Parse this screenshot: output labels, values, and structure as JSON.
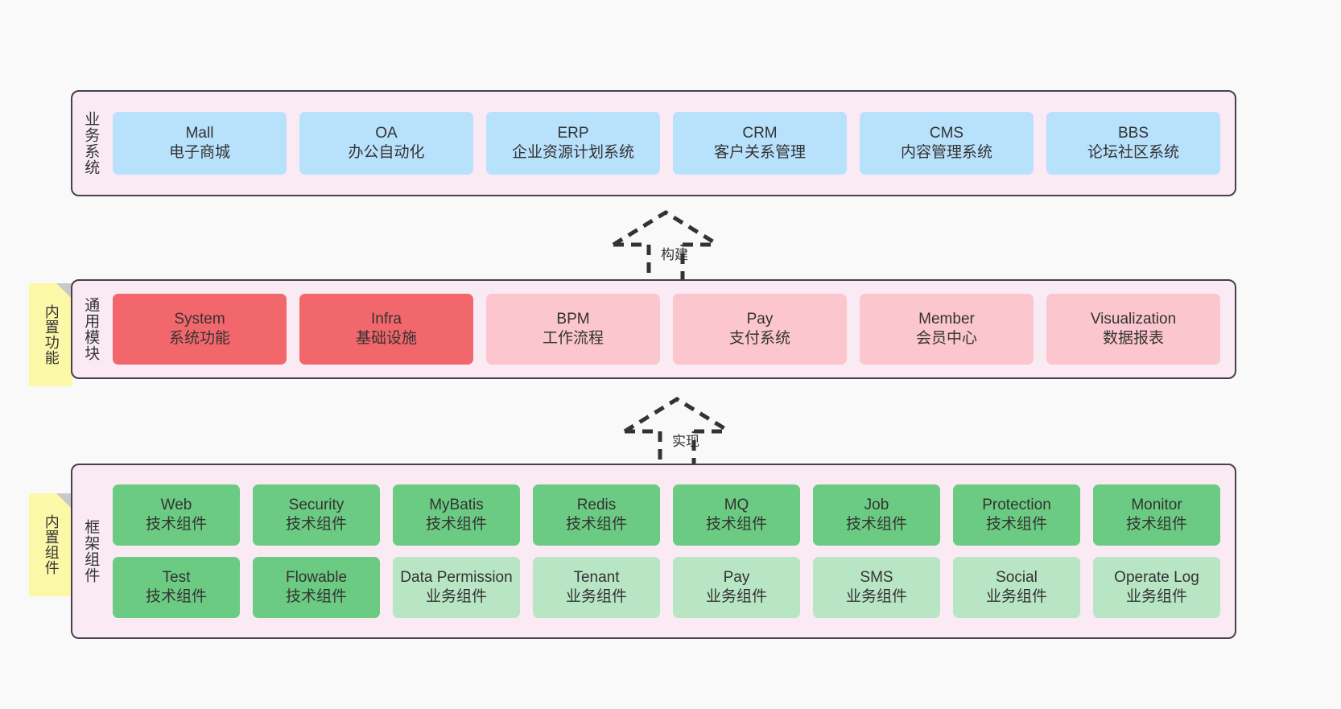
{
  "diagram": {
    "background": "#f9f9f9",
    "band_background": "#f9eaf4",
    "band_border": "#48404a",
    "note_background": "#fbf8a8",
    "colors": {
      "business_card": "#b8e1fb",
      "module_core": "#f2676b",
      "module_plain": "#fbc6cd",
      "tech_component": "#6ccb82",
      "business_component": "#b8e6c4"
    }
  },
  "layers": {
    "business": {
      "label": "业务系统",
      "cards": [
        {
          "title": "Mall",
          "sub": "电子商城"
        },
        {
          "title": "OA",
          "sub": "办公自动化"
        },
        {
          "title": "ERP",
          "sub": "企业资源计划系统"
        },
        {
          "title": "CRM",
          "sub": "客户关系管理"
        },
        {
          "title": "CMS",
          "sub": "内容管理系统"
        },
        {
          "title": "BBS",
          "sub": "论坛社区系统"
        }
      ]
    },
    "modules": {
      "label": "通用模块",
      "note": "内置功能",
      "cards": [
        {
          "title": "System",
          "sub": "系统功能",
          "variant": "core"
        },
        {
          "title": "Infra",
          "sub": "基础设施",
          "variant": "core"
        },
        {
          "title": "BPM",
          "sub": "工作流程",
          "variant": "plain"
        },
        {
          "title": "Pay",
          "sub": "支付系统",
          "variant": "plain"
        },
        {
          "title": "Member",
          "sub": "会员中心",
          "variant": "plain"
        },
        {
          "title": "Visualization",
          "sub": "数据报表",
          "variant": "plain"
        }
      ]
    },
    "framework": {
      "label": "框架组件",
      "note": "内置组件",
      "row1": [
        {
          "title": "Web",
          "sub": "技术组件",
          "variant": "tech"
        },
        {
          "title": "Security",
          "sub": "技术组件",
          "variant": "tech"
        },
        {
          "title": "MyBatis",
          "sub": "技术组件",
          "variant": "tech"
        },
        {
          "title": "Redis",
          "sub": "技术组件",
          "variant": "tech"
        },
        {
          "title": "MQ",
          "sub": "技术组件",
          "variant": "tech"
        },
        {
          "title": "Job",
          "sub": "技术组件",
          "variant": "tech"
        },
        {
          "title": "Protection",
          "sub": "技术组件",
          "variant": "tech"
        },
        {
          "title": "Monitor",
          "sub": "技术组件",
          "variant": "tech"
        }
      ],
      "row2": [
        {
          "title": "Test",
          "sub": "技术组件",
          "variant": "tech"
        },
        {
          "title": "Flowable",
          "sub": "技术组件",
          "variant": "tech"
        },
        {
          "title": "Data Permission",
          "sub": "业务组件",
          "variant": "business"
        },
        {
          "title": "Tenant",
          "sub": "业务组件",
          "variant": "business"
        },
        {
          "title": "Pay",
          "sub": "业务组件",
          "variant": "business"
        },
        {
          "title": "SMS",
          "sub": "业务组件",
          "variant": "business"
        },
        {
          "title": "Social",
          "sub": "业务组件",
          "variant": "business"
        },
        {
          "title": "Operate Log",
          "sub": "业务组件",
          "variant": "business"
        }
      ]
    }
  },
  "connectors": [
    {
      "label": "构建",
      "direction": "up"
    },
    {
      "label": "实现",
      "direction": "up"
    }
  ]
}
